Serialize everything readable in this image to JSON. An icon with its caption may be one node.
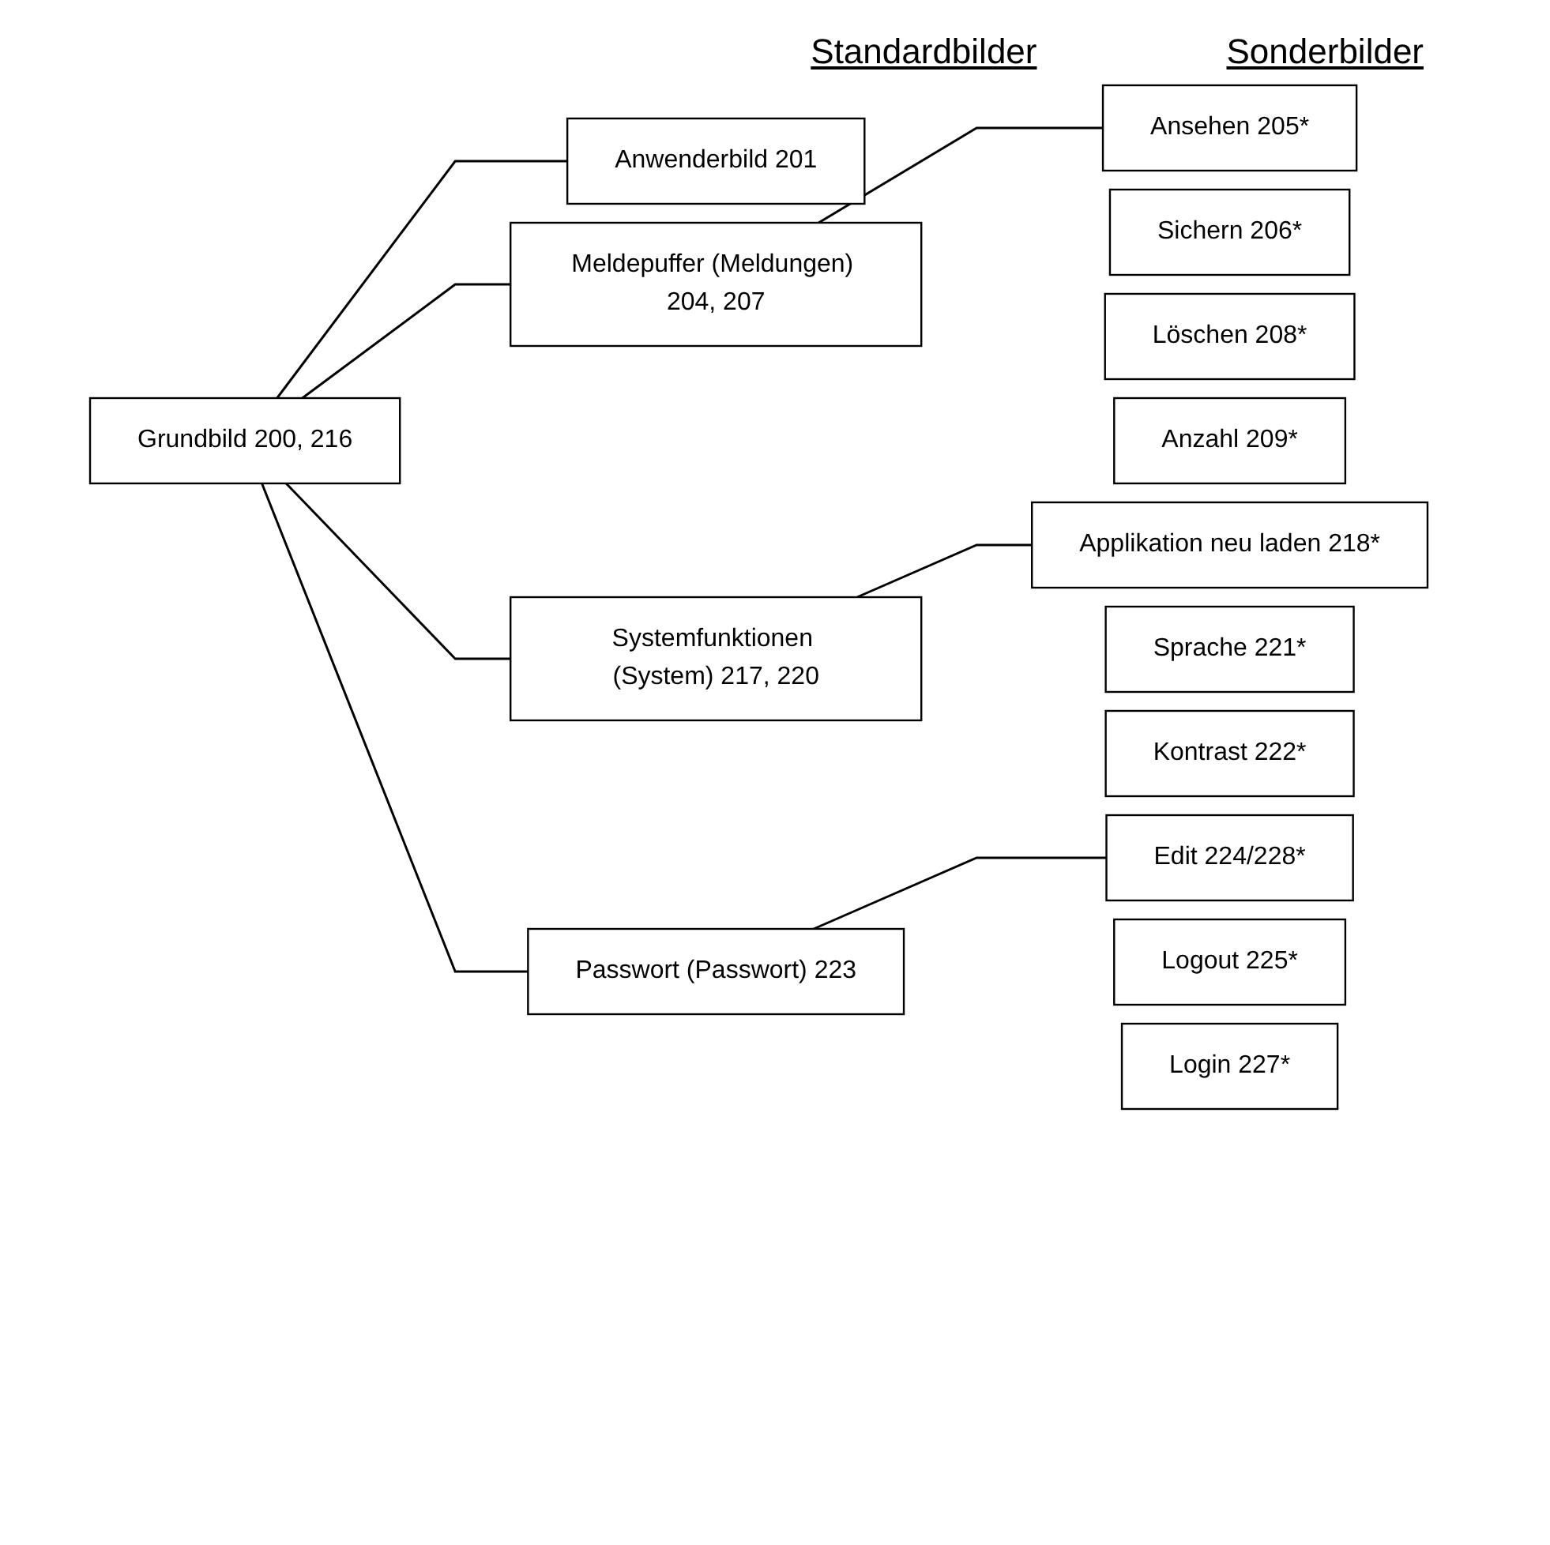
{
  "diagram": {
    "nodes": [
      {
        "text": [
          "Grundbild 200, 216"
        ]
      },
      {
        "text": [
          "Anwenderbild 201"
        ]
      },
      {
        "text": [
          "Meldepuffer (Meldungen) 204, 207"
        ]
      },
      {
        "text": [
          "Ansehen 205*"
        ]
      },
      {
        "text": [
          "Sichern 206*"
        ]
      },
      {
        "text": [
          "Löschen 208*"
        ]
      },
      {
        "text": [
          "Anzahl 209*"
        ]
      },
      {
        "text": [
          "Systemfunktionen (System) 217, 220"
        ]
      },
      {
        "text": [
          "Applikation neu laden 218*"
        ]
      },
      {
        "text": [
          "Sprache 221*"
        ]
      },
      {
        "text": [
          "Kontrast 222*"
        ]
      },
      {
        "text": [
          "Passwort (Passwort) 223"
        ]
      },
      {
        "text": [
          "Edit 224/228*"
        ]
      },
      {
        "text": [
          "Logout 225*"
        ]
      },
      {
        "text": [
          "Login 227*"
        ]
      }
    ],
    "edges": [
      {
        "from": 0,
        "to": 1,
        "arrow": "none"
      },
      {
        "from": 0,
        "to": 2,
        "arrow": "none"
      },
      {
        "from": 0,
        "to": 7,
        "arrow": "none"
      },
      {
        "from": 0,
        "to": 11,
        "arrow": "none"
      },
      {
        "from": 2,
        "to": 3,
        "arrow": "none"
      },
      {
        "from": 7,
        "to": 8,
        "arrow": "none"
      },
      {
        "from": 11,
        "to": 12,
        "arrow": "none"
      }
    ],
    "labels": [
      "Standardbilder",
      "Sonderbilder"
    ]
  }
}
